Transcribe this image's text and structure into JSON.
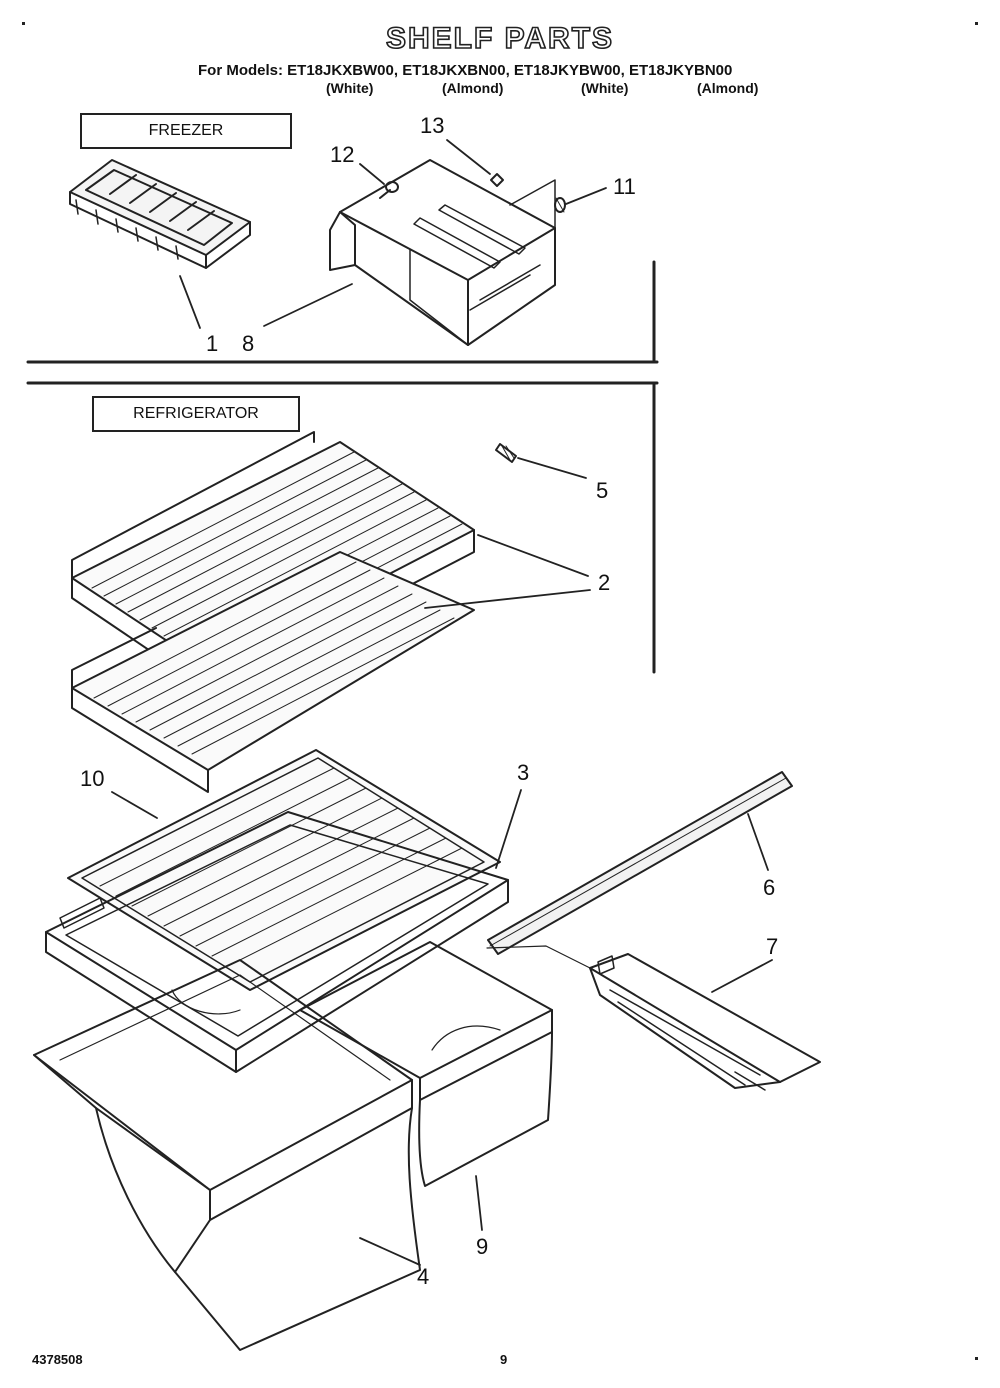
{
  "title": "SHELF PARTS",
  "models_line": "For Models: ET18JKXBW00, ET18JKXBN00, ET18JKYBW00, ET18JKYBN00",
  "colors": [
    "(White)",
    "(Almond)",
    "(White)",
    "(Almond)"
  ],
  "sections": {
    "freezer": "FREEZER",
    "refrigerator": "REFRIGERATOR"
  },
  "callouts": {
    "c1": "1",
    "c2": "2",
    "c3": "3",
    "c4": "4",
    "c5": "5",
    "c6": "6",
    "c7": "7",
    "c8": "8",
    "c9": "9",
    "c10": "10",
    "c11": "11",
    "c12": "12",
    "c13": "13"
  },
  "footer": {
    "doc_number": "4378508",
    "page_number": "9"
  }
}
